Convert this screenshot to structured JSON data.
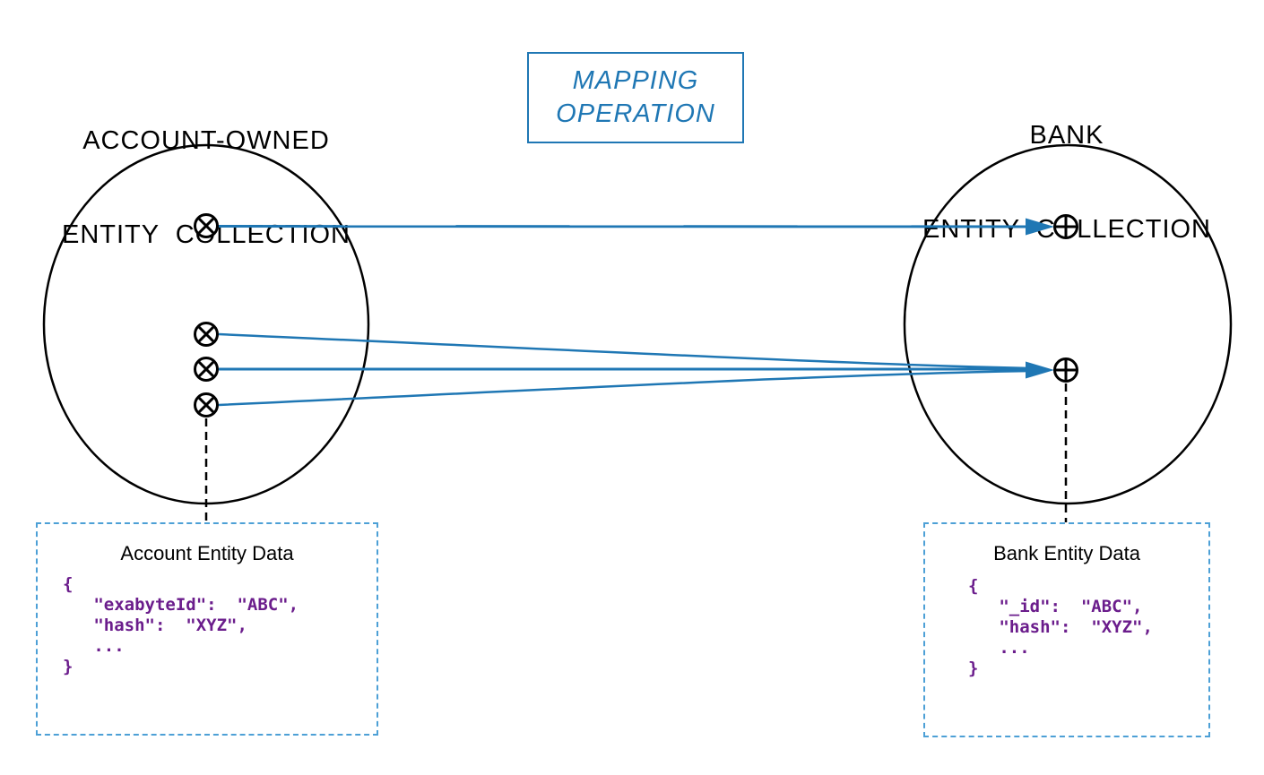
{
  "diagram": {
    "left_collection": {
      "title_line1": "ACCOUNT-OWNED",
      "title_line2": "ENTITY  COLLECTION",
      "point_count": 4,
      "data_box": {
        "title": "Account Entity Data",
        "code": "{\n   \"exabyteId\":  \"ABC\",\n   \"hash\":  \"XYZ\",\n   ...\n}"
      }
    },
    "mapping_box": {
      "line1": "MAPPING",
      "line2": "OPERATION"
    },
    "right_collection": {
      "title_line1": "BANK",
      "title_line2": "ENTITY  COLLECTION",
      "point_count": 2,
      "data_box": {
        "title": "Bank Entity Data",
        "code": "{\n   \"_id\":  \"ABC\",\n   \"hash\":  \"XYZ\",\n   ...\n}"
      }
    },
    "markers": {
      "source_symbol": "circle-with-x",
      "target_symbol": "circle-with-plus"
    },
    "colors": {
      "arrow_blue": "#1f77b4",
      "mapping_blue": "#1f77b4",
      "data_box_border_blue": "#4da0d6",
      "code_purple": "#6b1d8c",
      "outline_black": "#000000"
    }
  }
}
